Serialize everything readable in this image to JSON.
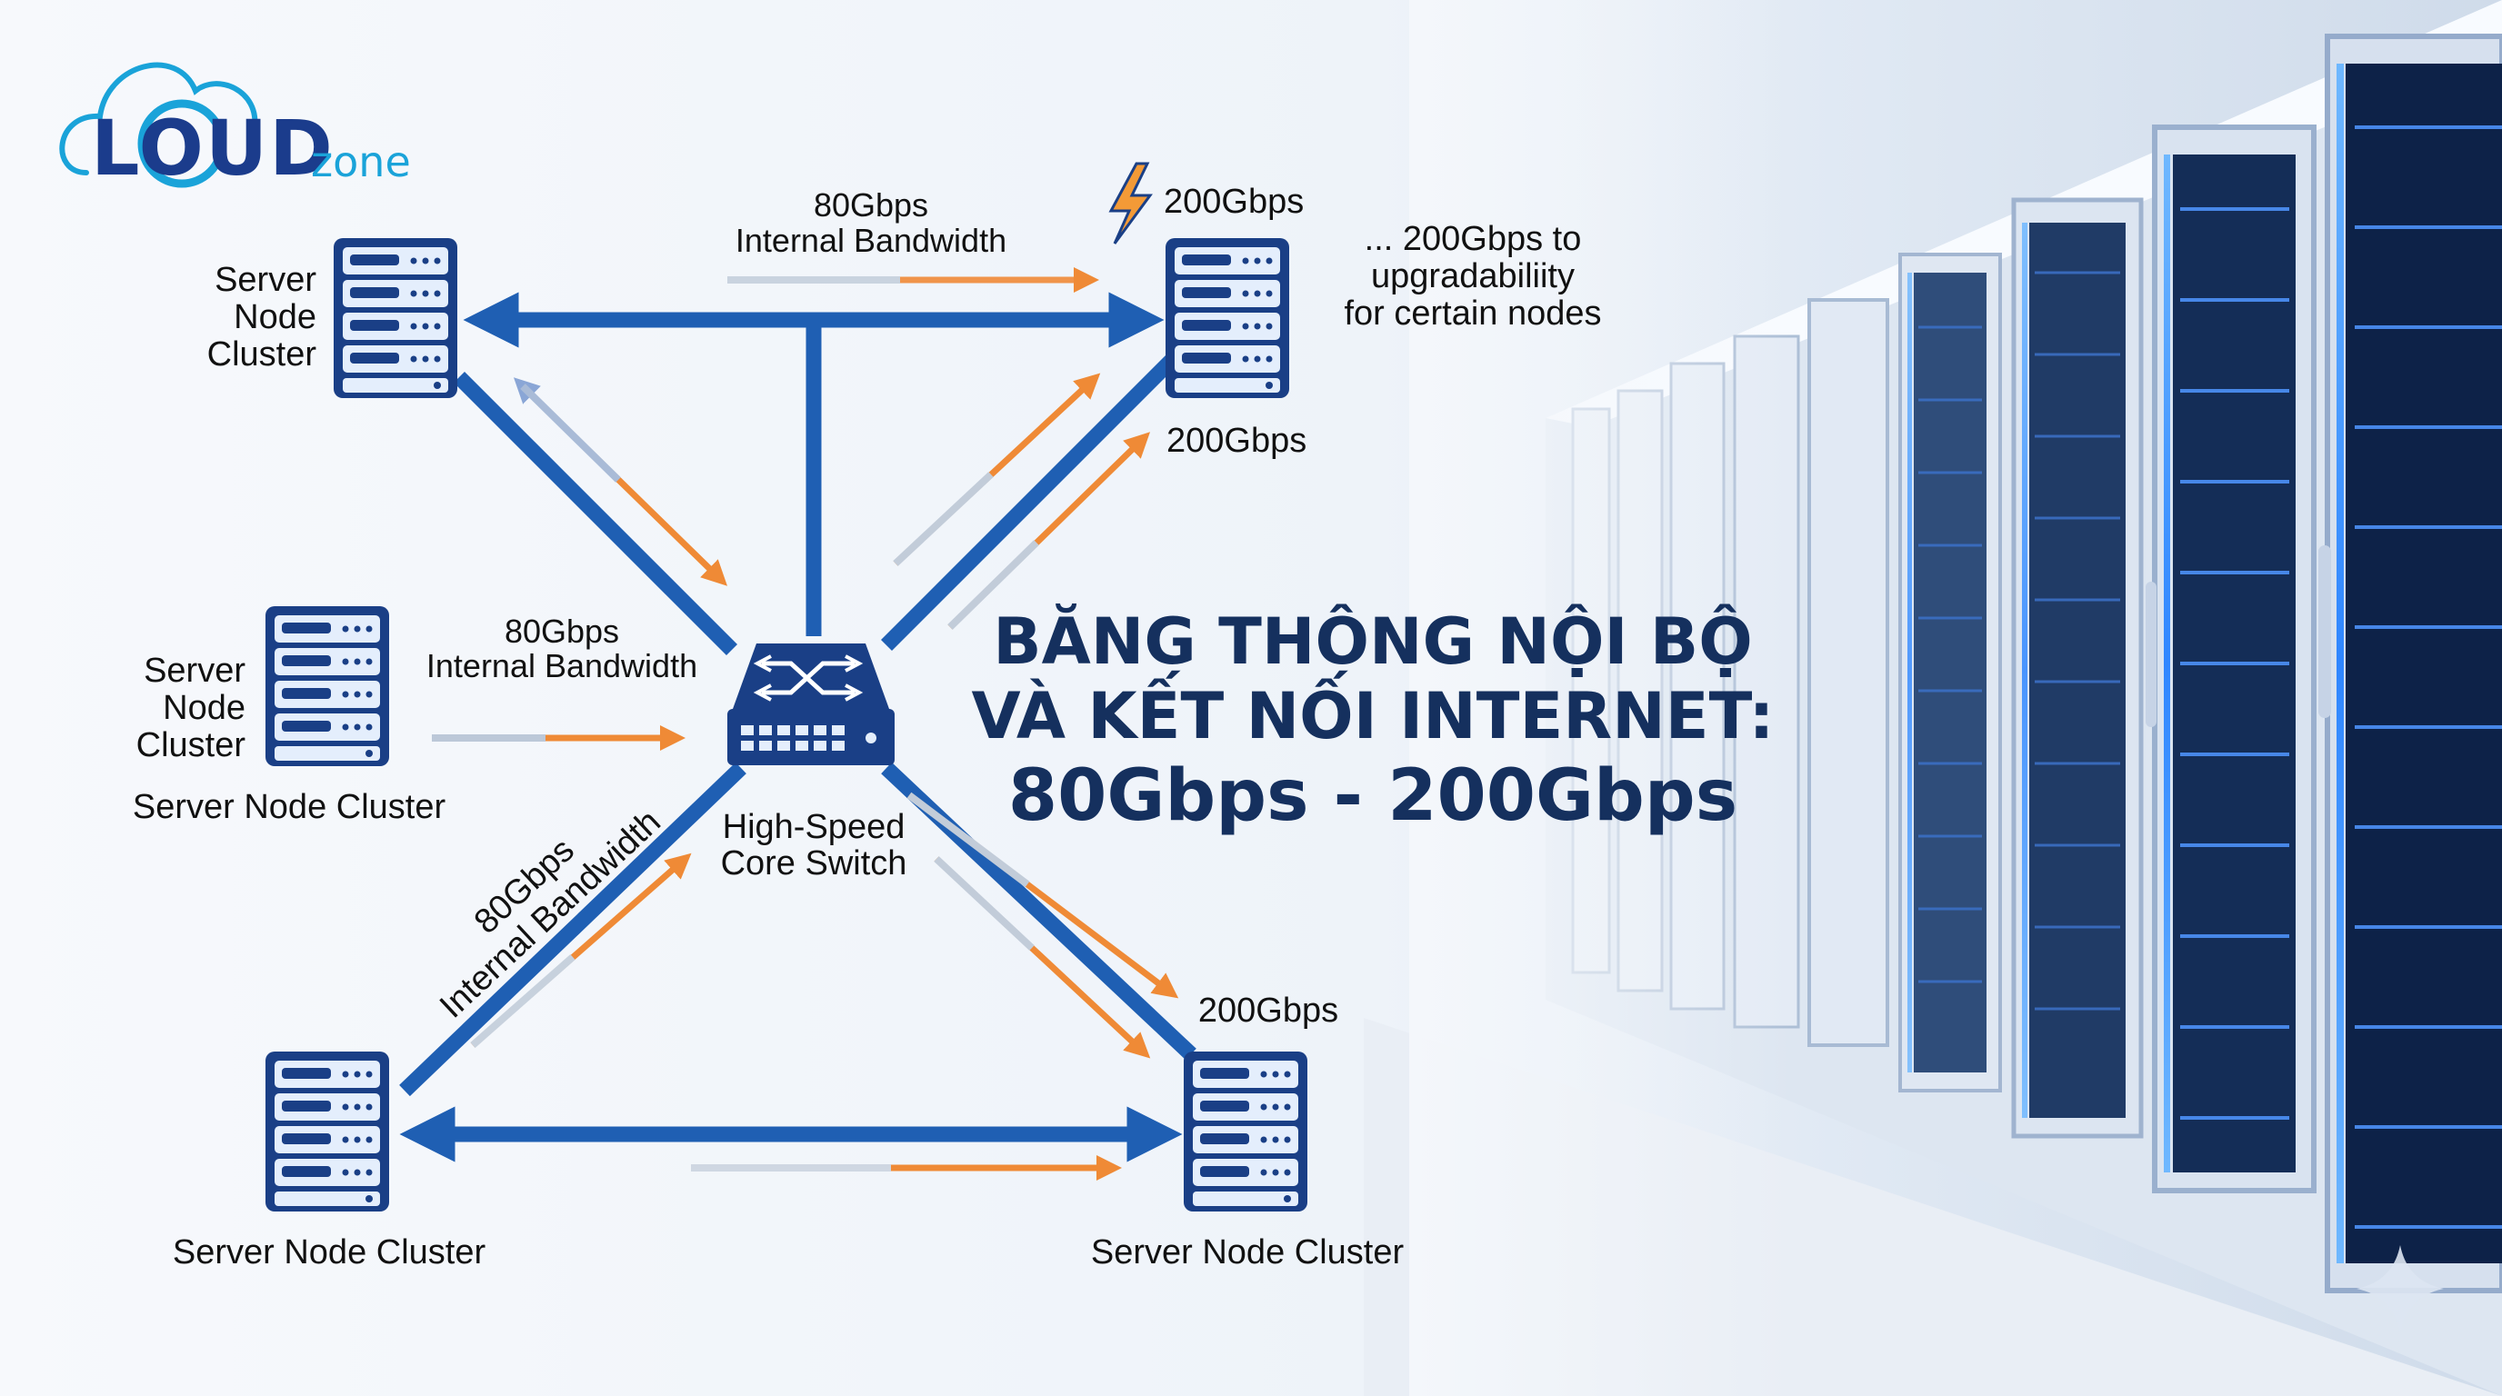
{
  "logo": {
    "letters": "LOUD",
    "suffix": "zone",
    "text_color": "#1b3c8c",
    "accent_color": "#1aa3d9"
  },
  "headline": {
    "line1": "BĂNG THÔNG NỘI BỘ",
    "line2": "VÀ KẾT NỐI INTERNET:",
    "line3": "80Gbps - 200Gbps"
  },
  "labels": {
    "top_link": {
      "line1": "80Gbps",
      "line2": "Internal Bandwidth"
    },
    "mid_link": {
      "line1": "80Gbps",
      "line2": "Internal Bandwidth"
    },
    "diag_link": {
      "line1": "80Gbps",
      "line2": "Internal Bandwidth"
    },
    "top_right_speed": "200Gbps",
    "top_right_below_speed": "200Gbps",
    "bottom_right_speed": "200Gbps",
    "note": {
      "line1": "... 200Gbps to",
      "line2": "upgradabiliity",
      "line3": "for certain nodes"
    },
    "switch": {
      "line1": "High-Speed",
      "line2": "Core Switch"
    },
    "top_left_cluster": {
      "line1": "Server",
      "line2": "Node",
      "line3": "Cluster"
    },
    "mid_left_cluster": {
      "line1": "Server",
      "line2": "Node",
      "line3": "Cluster"
    },
    "mid_left_cluster_caption": "Server Node Cluster",
    "bottom_left_cluster": "Server Node Cluster",
    "bottom_right_cluster": "Server Node Cluster"
  },
  "icons": {
    "server": "server-rack-icon",
    "switch": "network-switch-icon",
    "lightning": "lightning-bolt-icon",
    "sparkle": "sparkle-icon",
    "cloud": "cloud-icon"
  },
  "colors": {
    "link_blue": "#1f5fb3",
    "flow_orange": "#ef8a36",
    "server_navy": "#1a3f86",
    "server_light": "#c9daf4",
    "headline_navy": "#15305e",
    "rack_blue": "#1e6fe0"
  }
}
